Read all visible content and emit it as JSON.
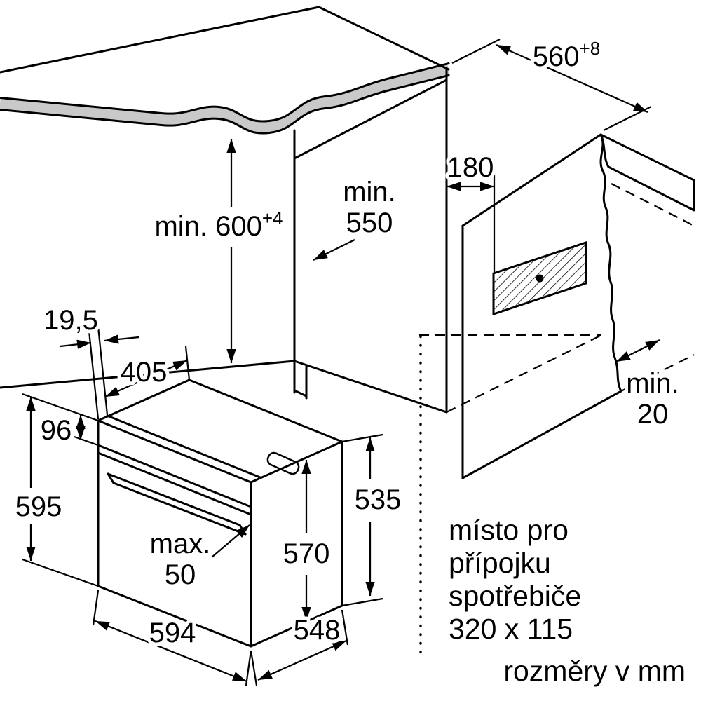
{
  "diagram": {
    "dim_560": {
      "base": "560",
      "sup": "+8"
    },
    "dim_600": {
      "base": "min. 600",
      "sup": "+4"
    },
    "dim_180": "180",
    "dim_550_l1": "min.",
    "dim_550_l2": "550",
    "dim_19_5": "19,5",
    "dim_405": "405",
    "dim_96": "96",
    "dim_595": "595",
    "dim_max_l1": "max.",
    "dim_max_l2": "50",
    "dim_570": "570",
    "dim_535": "535",
    "dim_594": "594",
    "dim_548": "548",
    "dim_20_l1": "min.",
    "dim_20_l2": "20",
    "note_l1": "místo pro",
    "note_l2": "přípojku",
    "note_l3": "spotřebiče",
    "note_l4": "320 x 115",
    "units": "rozměry v mm",
    "colors": {
      "line": "#000000",
      "counter_gray": "#c9c9c9",
      "background": "#ffffff"
    }
  }
}
